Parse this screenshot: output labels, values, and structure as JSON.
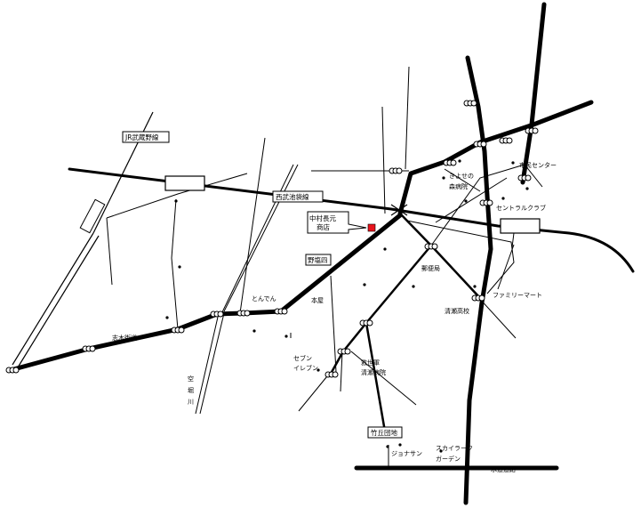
{
  "labels": {
    "seibu_shinjuku_line": "JR武蔵野線",
    "seibu_ikebukuro_line": "西武池袋線",
    "shop_name_line1": "中村長元",
    "shop_name_line2": "商店",
    "nobiome_yon": "野塩四",
    "taketoka_danchi": "竹丘団地",
    "shimin_center": "市民センター",
    "kiyose_mori_hospital_line1": "きよせの",
    "kiyose_mori_hospital_line2": "森病院",
    "central_club": "セントラルクラブ",
    "post_office": "郵便局",
    "family_mart": "ファミリーマート",
    "kiyose_high": "清瀬高校",
    "kyusei_hospital_line1": "救世軍",
    "kyusei_hospital_line2": "清瀬病院",
    "seven_eleven_line1": "セブン",
    "seven_eleven_line2": "イレブン",
    "tonden": "とんでん",
    "honya": "本屋",
    "shiki_kaido": "志木街道",
    "karabori_river": [
      "空",
      "堀",
      "川"
    ],
    "jonathan": "ジョナサン",
    "skylark_line1": "スカイラーク",
    "skylark_line2": "ガーデン",
    "suido_road": "水道道路"
  },
  "colors": {
    "road": "#000000",
    "shop_marker": "#e8141c",
    "background": "#ffffff"
  }
}
